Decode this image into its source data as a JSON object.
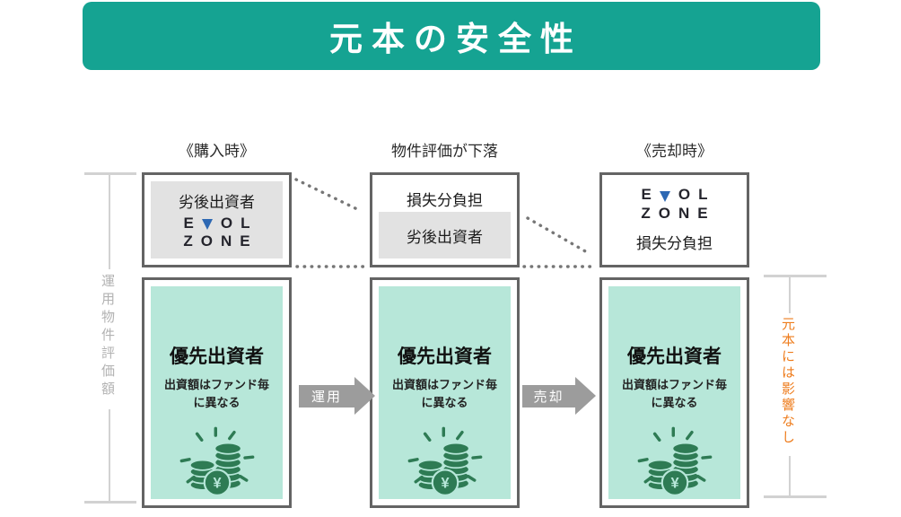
{
  "title": "元本の安全性",
  "columns": [
    {
      "header": "《購入時》"
    },
    {
      "header": "物件評価が下落"
    },
    {
      "header": "《売却時》"
    }
  ],
  "labels": {
    "subordinated": "劣後出資者",
    "loss_share": "損失分負担"
  },
  "logo": {
    "name": "EVOL ZONE",
    "e": "E",
    "o": "O",
    "l": "L",
    "zone": "ZONE"
  },
  "priority_box": {
    "title": "優先出資者",
    "subtitle_line1": "出資額はファンド毎",
    "subtitle_line2": "に異なる",
    "yen_symbol": "¥"
  },
  "arrows": [
    {
      "label": "運用"
    },
    {
      "label": "売却"
    }
  ],
  "side_labels": {
    "left": "運用物件評価額",
    "right": "元本には影響なし"
  },
  "colors": {
    "banner_teal": "#15a392",
    "mint": "#b7e7d9",
    "coin_green": "#2e7b54",
    "accent_orange": "#ee7d1e",
    "arrow_gray": "#9c9c9c",
    "box_border": "#646464",
    "inner_gray": "#e2e2e2",
    "logo_navy": "#24242c",
    "logo_blue": "#2d68b3"
  }
}
